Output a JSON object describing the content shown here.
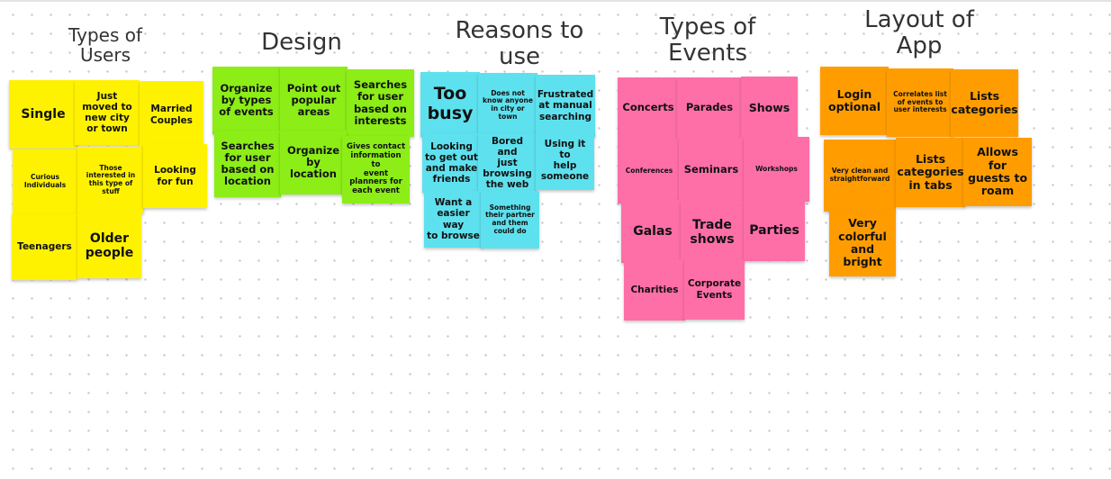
{
  "colors": {
    "yellow": "#fff200",
    "green": "#8ced17",
    "cyan": "#5ee1ee",
    "pink": "#fe6fa8",
    "orange": "#ff9d00"
  },
  "headings": {
    "users": "Types of\nUsers",
    "design": "Design",
    "reasons": "Reasons to\nuse",
    "events": "Types of\nEvents",
    "layout": "Layout of\nApp"
  },
  "notes": {
    "users": {
      "single": "Single",
      "just_moved": "Just\nmoved to\nnew city\nor town",
      "married": "Married\nCouples",
      "curious": "Curious\nIndividuals",
      "interested": "Those\ninterested in\nthis type of\nstuff",
      "looking_fun": "Looking\nfor fun",
      "teenagers": "Teenagers",
      "older": "Older\npeople"
    },
    "design": {
      "organize_types": "Organize\nby types\nof events",
      "point_out": "Point out\npopular\nareas",
      "searches_interests": "Searches\nfor user\nbased on\ninterests",
      "searches_location": "Searches\nfor user\nbased on\nlocation",
      "organize_location": "Organize\nby\nlocation",
      "contact_info": "Gives contact\ninformation to\nevent\nplanners for\neach event"
    },
    "reasons": {
      "too_busy": "Too\nbusy",
      "no_one": "Does not\nknow anyone\nin city or town",
      "frustrated": "Frustrated\nat manual\nsearching",
      "get_out": "Looking\nto get out\nand make\nfriends",
      "bored": "Bored and\njust\nbrowsing\nthe web",
      "help": "Using it to\nhelp\nsomeone",
      "easier": "Want a\neasier way\nto browse",
      "partner": "Something\ntheir partner\nand them\ncould do"
    },
    "events": {
      "concerts": "Concerts",
      "parades": "Parades",
      "shows": "Shows",
      "conferences": "Conferences",
      "seminars": "Seminars",
      "workshops": "Workshops",
      "galas": "Galas",
      "trade_shows": "Trade\nshows",
      "parties": "Parties",
      "charities": "Charities",
      "corporate": "Corporate\nEvents"
    },
    "layout": {
      "login": "Login\noptional",
      "correlates": "Correlates list\nof events to\nuser interests",
      "lists_categories": "Lists\ncategories",
      "clean": "Very clean and\nstraightforward",
      "tabs": "Lists\ncategories\nin tabs",
      "guests": "Allows for\nguests to\nroam",
      "colorful": "Very\ncolorful\nand bright"
    }
  }
}
